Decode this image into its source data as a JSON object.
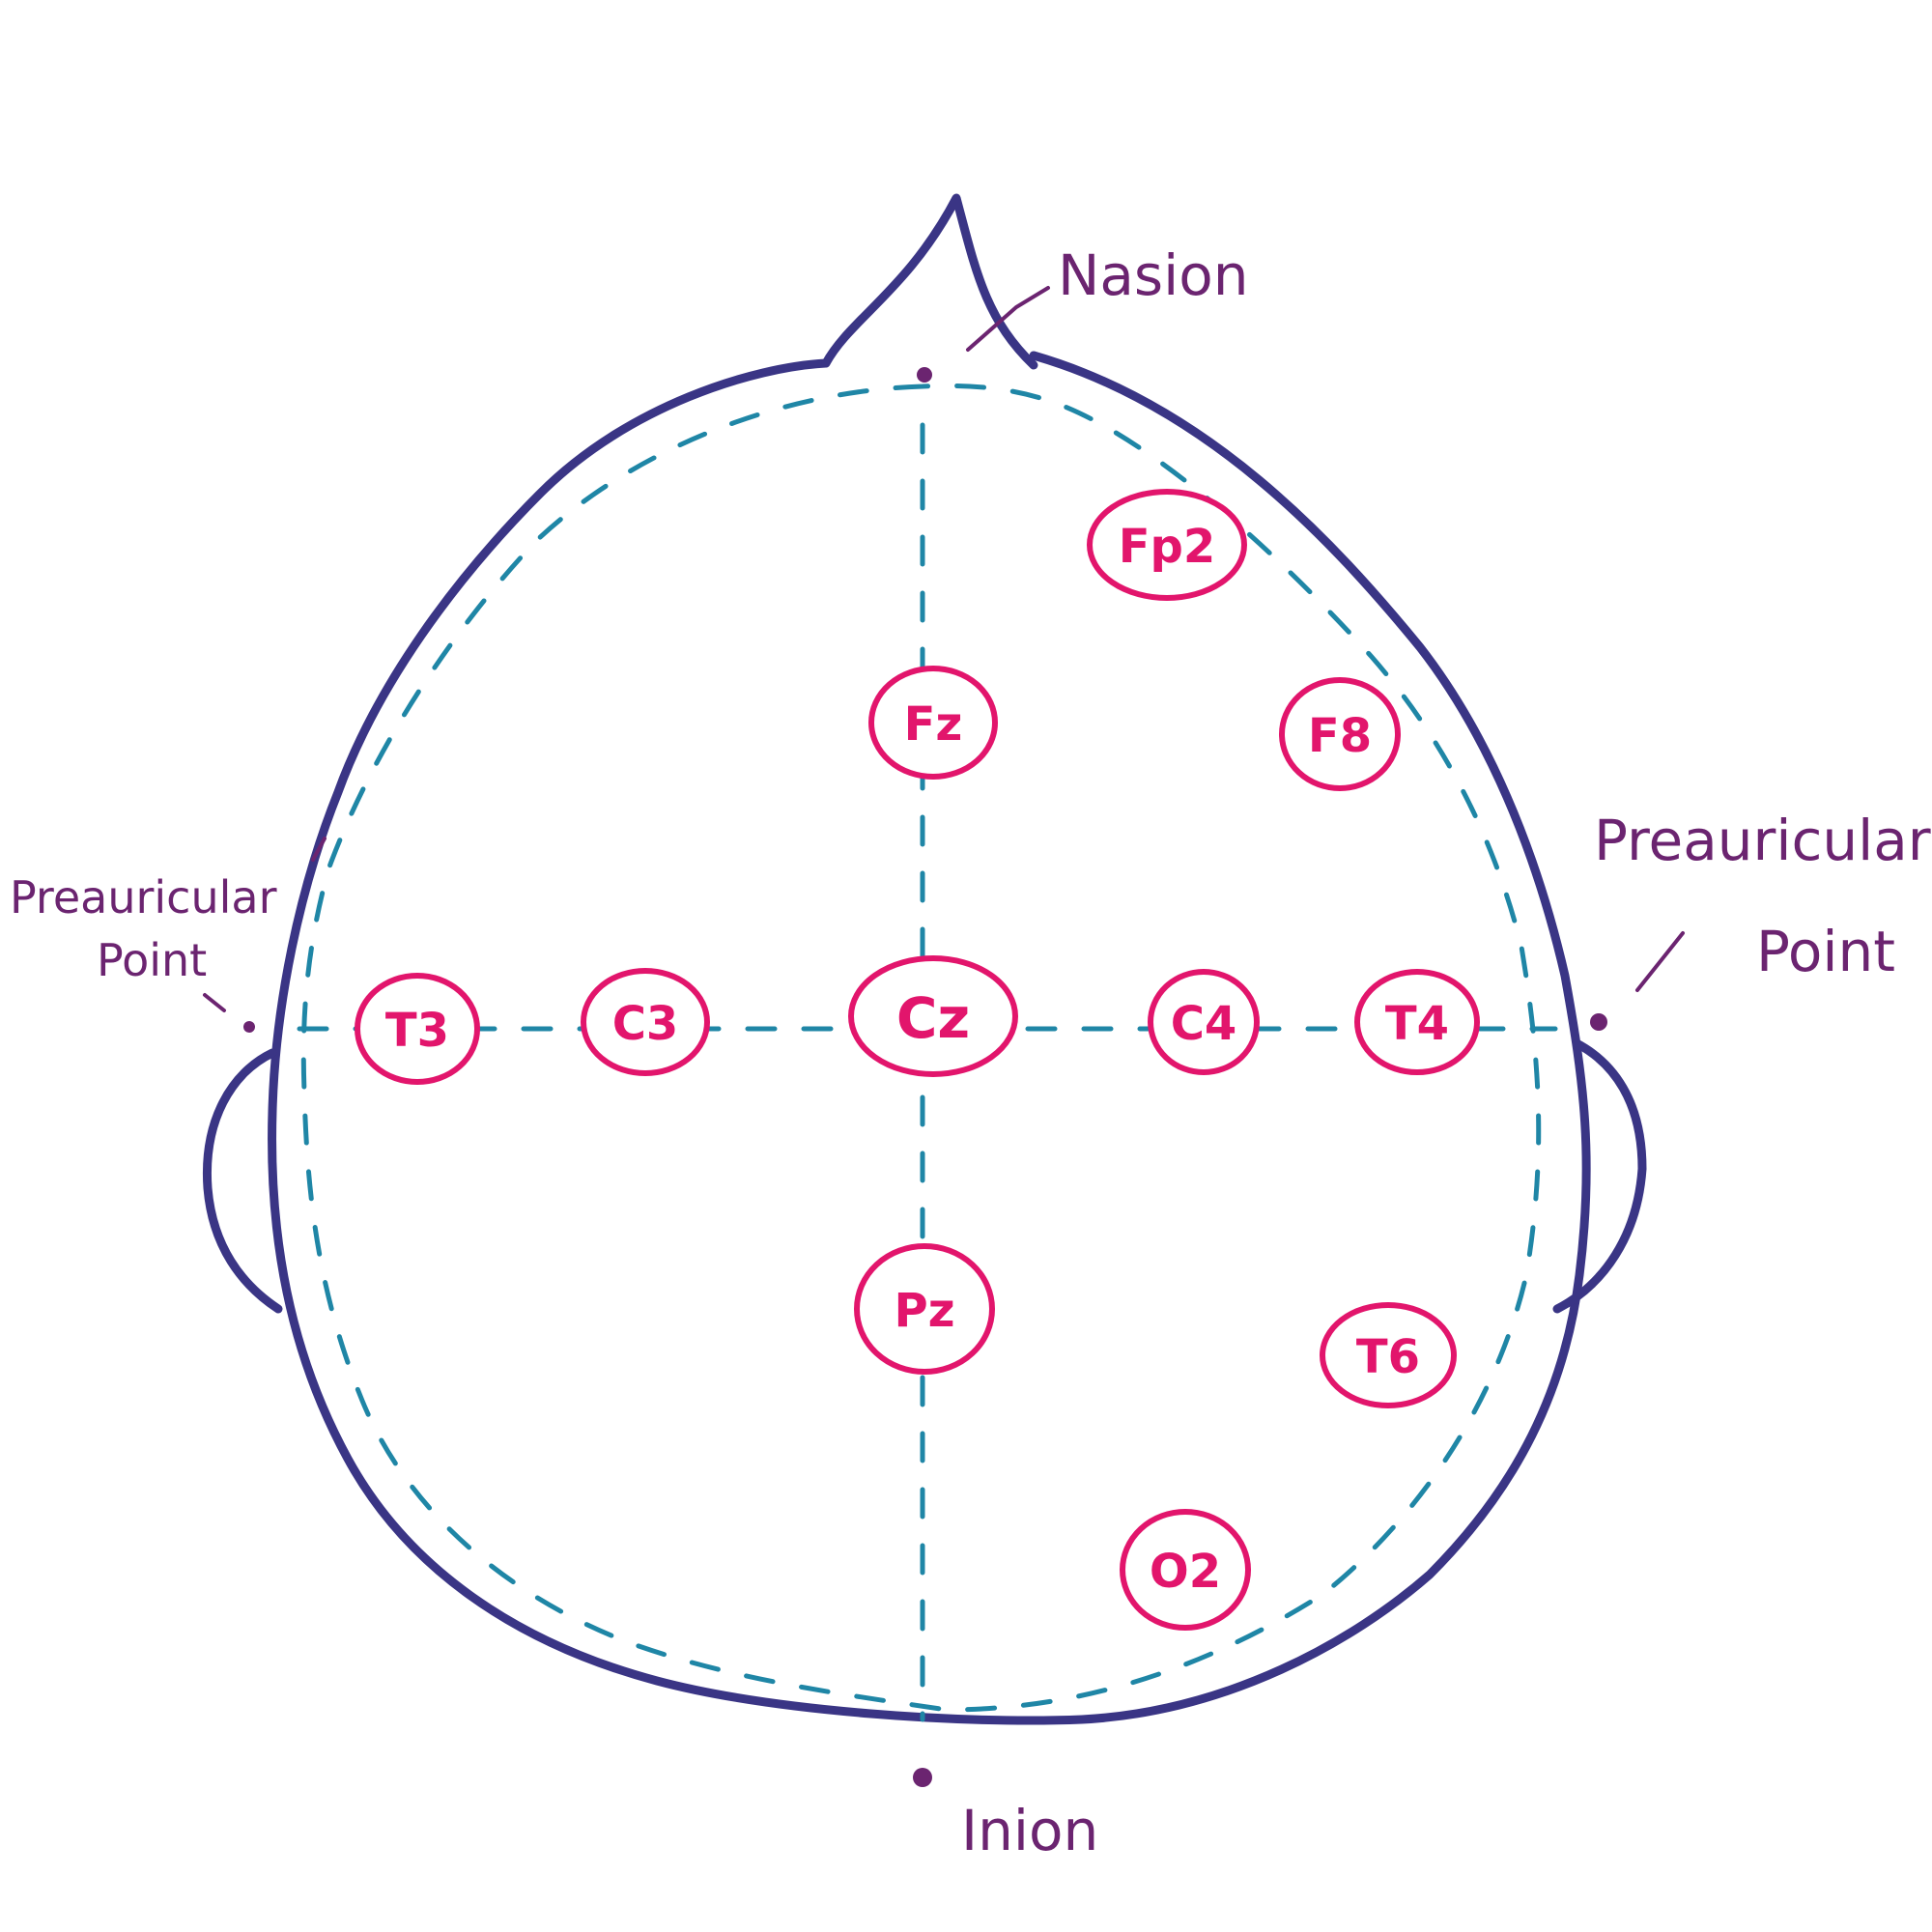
{
  "landmarks": {
    "nasion": "Nasion",
    "inion": "Inion",
    "left_preauricular_line1": "Preauricular",
    "left_preauricular_line2": "Point",
    "right_preauricular_line1": "Preauricular",
    "right_preauricular_line2": "Point"
  },
  "electrodes": {
    "fp2": "Fp2",
    "fz": "Fz",
    "f8": "F8",
    "t3": "T3",
    "c3": "C3",
    "cz": "Cz",
    "c4": "C4",
    "t4": "T4",
    "pz": "Pz",
    "t6": "T6",
    "o2": "O2"
  },
  "colors": {
    "head_outline": "#3a3585",
    "guide_lines": "#1f86a6",
    "electrodes": "#e2156c",
    "labels": "#6b2470"
  }
}
